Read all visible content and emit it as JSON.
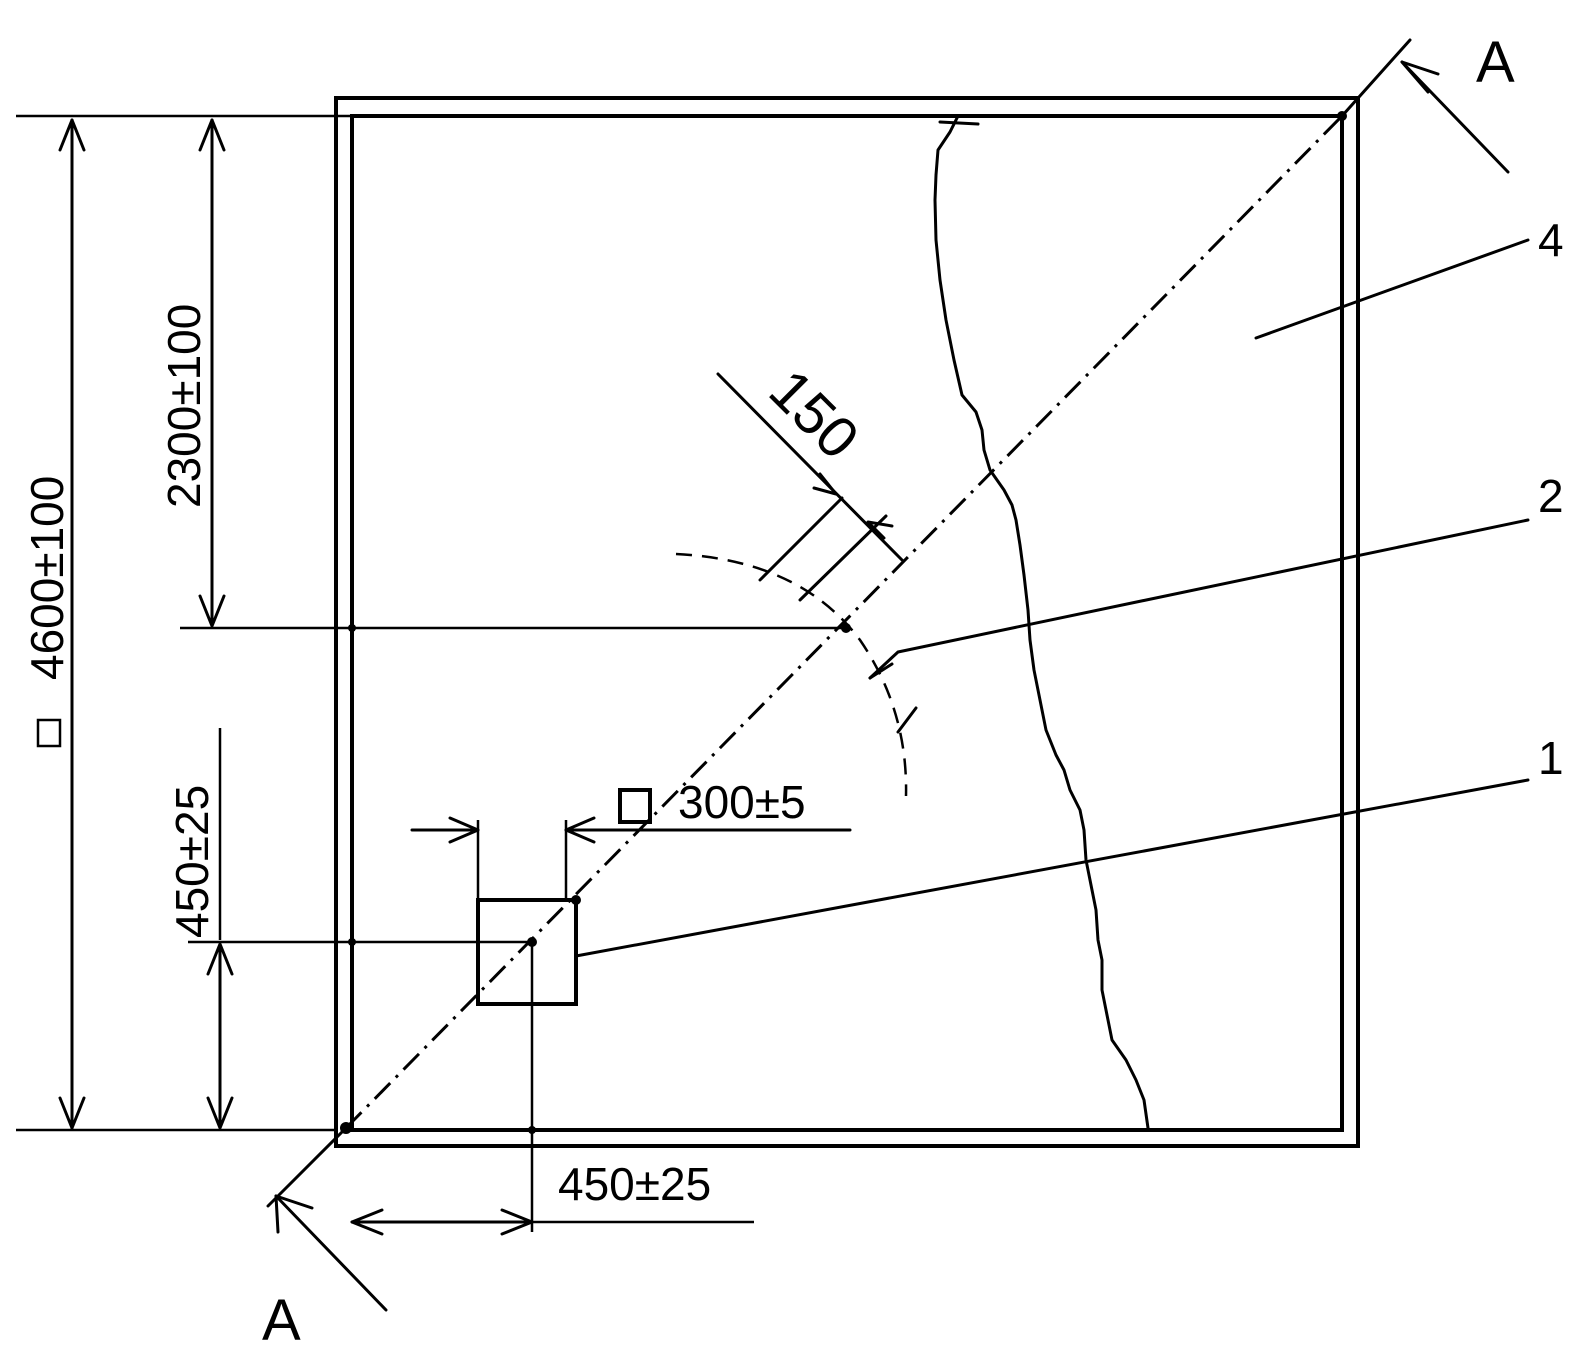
{
  "dimensions": {
    "overall": "4600±100",
    "half": "2300±100",
    "offset_vertical": "450±25",
    "offset_horizontal": "450±25",
    "square_size": "300±5",
    "ring_offset": "150"
  },
  "callouts": [
    "1",
    "2",
    "4"
  ],
  "section": {
    "label": "A"
  },
  "symbols": {
    "square": "square-symbol"
  }
}
